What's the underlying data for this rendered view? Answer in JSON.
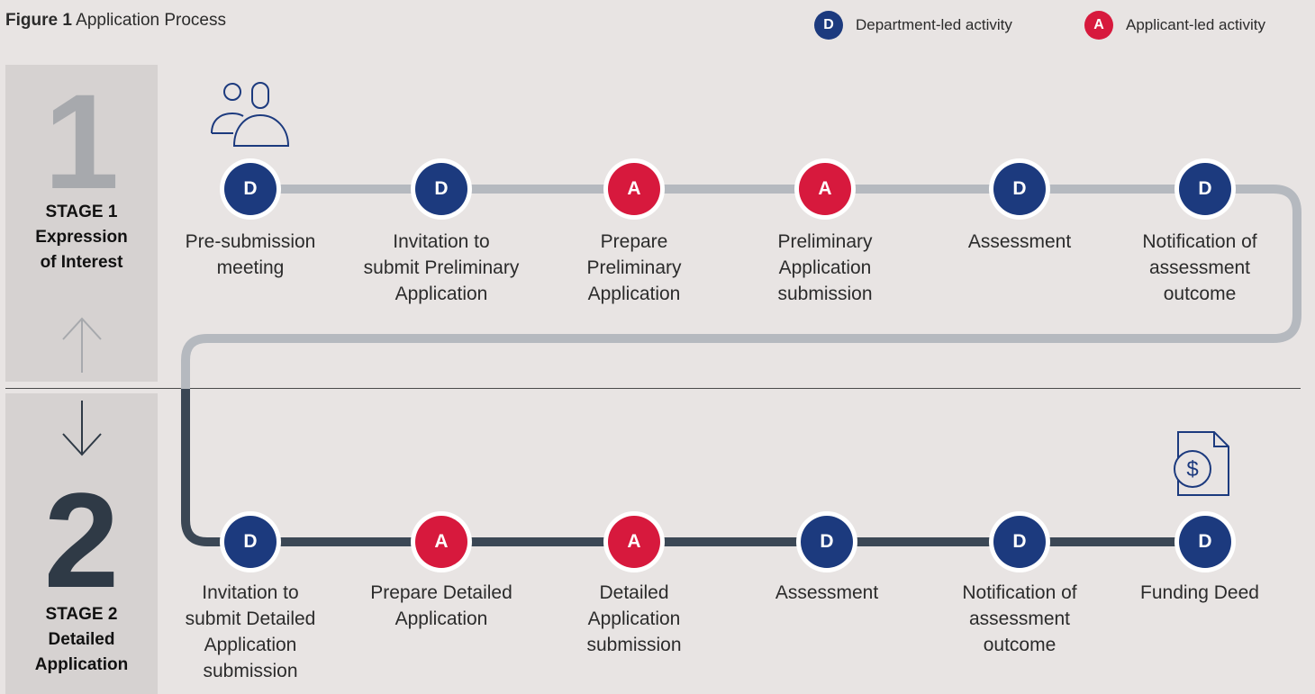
{
  "figure": {
    "label": "Figure 1",
    "title": "Application Process"
  },
  "legend": [
    {
      "letter": "D",
      "text": "Department-led activity",
      "color": "#1c3a7e"
    },
    {
      "letter": "A",
      "text": "Applicant-led activity",
      "color": "#d7193d"
    }
  ],
  "colors": {
    "department": "#1c3a7e",
    "applicant": "#d7193d",
    "stage1_line": "#b5b9bf",
    "stage2_line": "#3b4755",
    "panel": "#d6d2d1",
    "background": "#e8e4e3"
  },
  "stages": [
    {
      "number": "1",
      "label_line1": "STAGE 1",
      "label_line2": "Expression",
      "label_line3": "of Interest",
      "icon": "people-icon"
    },
    {
      "number": "2",
      "label_line1": "STAGE 2",
      "label_line2": "Detailed",
      "label_line3": "Application",
      "icon": "funding-document-dollar-icon"
    }
  ],
  "stage1_steps": [
    {
      "type": "D",
      "lines": [
        "Pre-submission",
        "meeting"
      ]
    },
    {
      "type": "D",
      "lines": [
        "Invitation to",
        "submit Preliminary",
        "Application"
      ]
    },
    {
      "type": "A",
      "lines": [
        "Prepare",
        "Preliminary",
        "Application"
      ]
    },
    {
      "type": "A",
      "lines": [
        "Preliminary",
        "Application",
        "submission"
      ]
    },
    {
      "type": "D",
      "lines": [
        "Assessment"
      ]
    },
    {
      "type": "D",
      "lines": [
        "Notification of",
        "assessment",
        "outcome"
      ]
    }
  ],
  "stage2_steps": [
    {
      "type": "D",
      "lines": [
        "Invitation to",
        "submit Detailed",
        "Application",
        "submission"
      ]
    },
    {
      "type": "A",
      "lines": [
        "Prepare Detailed",
        "Application"
      ]
    },
    {
      "type": "A",
      "lines": [
        "Detailed",
        "Application",
        "submission"
      ]
    },
    {
      "type": "D",
      "lines": [
        "Assessment"
      ]
    },
    {
      "type": "D",
      "lines": [
        "Notification of",
        "assessment",
        "outcome"
      ]
    },
    {
      "type": "D",
      "lines": [
        "Funding Deed"
      ]
    }
  ]
}
